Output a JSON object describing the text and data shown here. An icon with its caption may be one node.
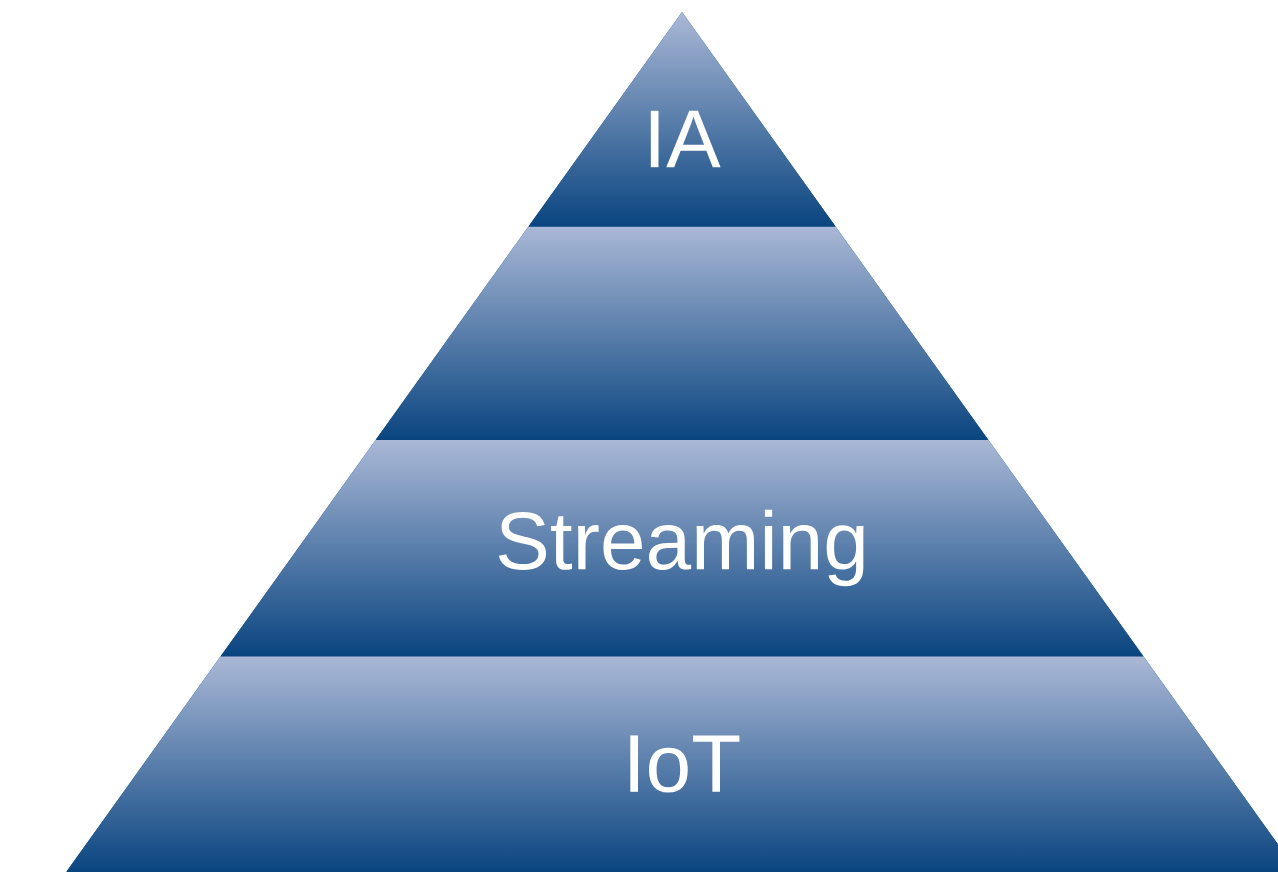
{
  "diagram": {
    "nodes": [
      {
        "text": [
          "IA"
        ]
      },
      {
        "text": [],
        "shape": "trapezoid"
      },
      {
        "text": [
          "Streaming"
        ]
      },
      {
        "text": [
          "IoT"
        ]
      }
    ]
  }
}
